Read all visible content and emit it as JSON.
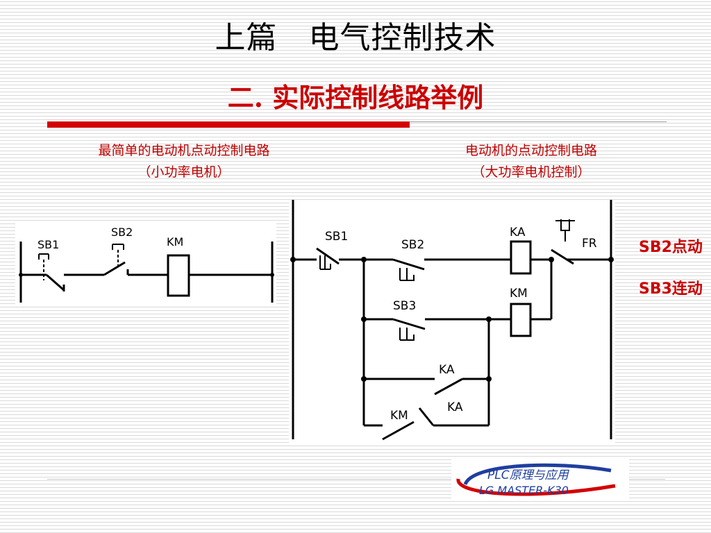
{
  "slide": {
    "title": "上篇　电气控制技术",
    "subtitle": "二. 实际控制线路举例"
  },
  "left_diagram": {
    "caption_line1": "最简单的电动机点动控制电路",
    "caption_line2": "（小功率电机）",
    "labels": {
      "sb1": "SB1",
      "sb2": "SB2",
      "km": "KM"
    }
  },
  "right_diagram": {
    "caption_line1": "电动机的点动控制电路",
    "caption_line2": "（大功率电机控制）",
    "labels": {
      "sb1": "SB1",
      "sb2": "SB2",
      "sb3": "SB3",
      "ka_coil": "KA",
      "km_coil": "KM",
      "fr": "FR",
      "ka_contact_upper": "KA",
      "ka_contact_lower": "KA",
      "km_contact": "KM"
    }
  },
  "notes": {
    "sb2": "SB2点动",
    "sb3": "SB3连动"
  },
  "logo": {
    "line1": "PLC原理与应用",
    "line2": "LG MASTER-K30"
  },
  "colors": {
    "accent_red": "#d40000",
    "text_red": "#cc0000",
    "logo_blue": "#1f3f9f"
  }
}
